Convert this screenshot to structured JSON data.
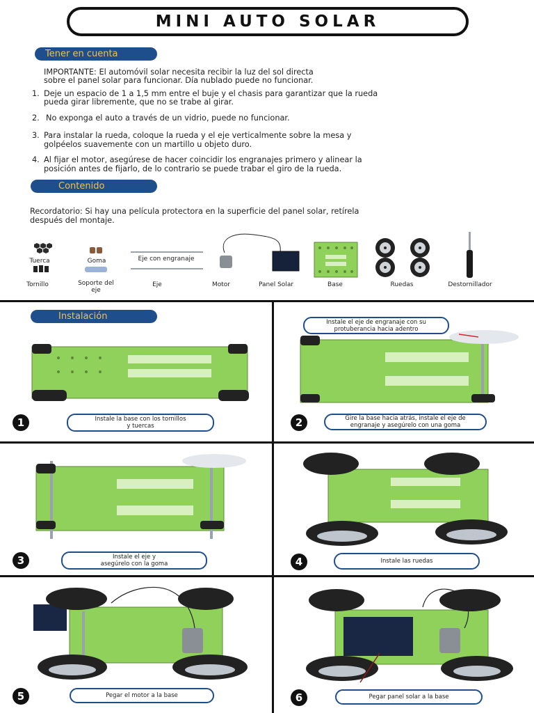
{
  "title": "MiNi AUTO SOLAR",
  "sections": {
    "tener_en_cuenta": "Tener en cuenta",
    "contenido": "Contenido",
    "instalacion": "Instalación"
  },
  "importante": {
    "line1": "IMPORTANTE: El automóvil solar necesita recibir la luz del sol directa",
    "line2": "sobre el panel solar para funcionar. Día nublado puede no funcionar."
  },
  "notes": [
    {
      "num": "1.",
      "line1": "Deje un espacio de 1 a 1,5 mm entre el buje y el chasis para garantizar que la rueda",
      "line2": "pueda girar libremente, que no se trabe al girar."
    },
    {
      "num": "2.",
      "line1": "No exponga el auto a través de un vidrio, puede no funcionar.",
      "line2": ""
    },
    {
      "num": "3.",
      "line1": "Para instalar la rueda, coloque la rueda y el eje verticalmente sobre la mesa y",
      "line2": "golpéelos suavemente con un martillo u objeto duro."
    },
    {
      "num": "4.",
      "line1": "Al fijar el motor, asegúrese de hacer coincidir los engranajes primero y alinear la",
      "line2": "posición antes de fijarlo, de lo contrario se puede trabar el giro de la rueda."
    }
  ],
  "recordatorio": {
    "line1": "Recordatorio: Si hay una película protectora en la superficie del panel solar, retírela",
    "line2": "después del montaje."
  },
  "parts": {
    "tuerca": "Tuerca",
    "goma": "Goma",
    "eje_engranaje": "Eje con engranaje",
    "tornillo": "Tornillo",
    "soporte_line1": "Soporte del",
    "soporte_line2": "eje",
    "eje": "Eje",
    "motor": "Motor",
    "panel": "Panel Solar",
    "base": "Base",
    "ruedas": "Ruedas",
    "destornillador": "Destornillador"
  },
  "steps": [
    {
      "num": "1",
      "caption_line1": "Instale la base con los tornillos",
      "caption_line2": "y tuercas"
    },
    {
      "num": "2",
      "caption_line1": "Gire la base hacia atrás, instale el eje de",
      "caption_line2": "engranaje y asegúrelo con una goma",
      "callout_line1": "Instale el eje de engranaje con su",
      "callout_line2": "protuberancia hacia adentro"
    },
    {
      "num": "3",
      "caption_line1": "Instale el eje y",
      "caption_line2": "asegúrelo con la goma"
    },
    {
      "num": "4",
      "caption_line1": "Instale las ruedas",
      "caption_line2": ""
    },
    {
      "num": "5",
      "caption_line1": "Pegar el motor a la base",
      "caption_line2": ""
    },
    {
      "num": "6",
      "caption_line1": "Pegar panel solar a la base",
      "caption_line2": ""
    }
  ],
  "colors": {
    "accent": "#1f4e8c",
    "pill_text": "#f2c14e",
    "board": "#8fd15a"
  }
}
